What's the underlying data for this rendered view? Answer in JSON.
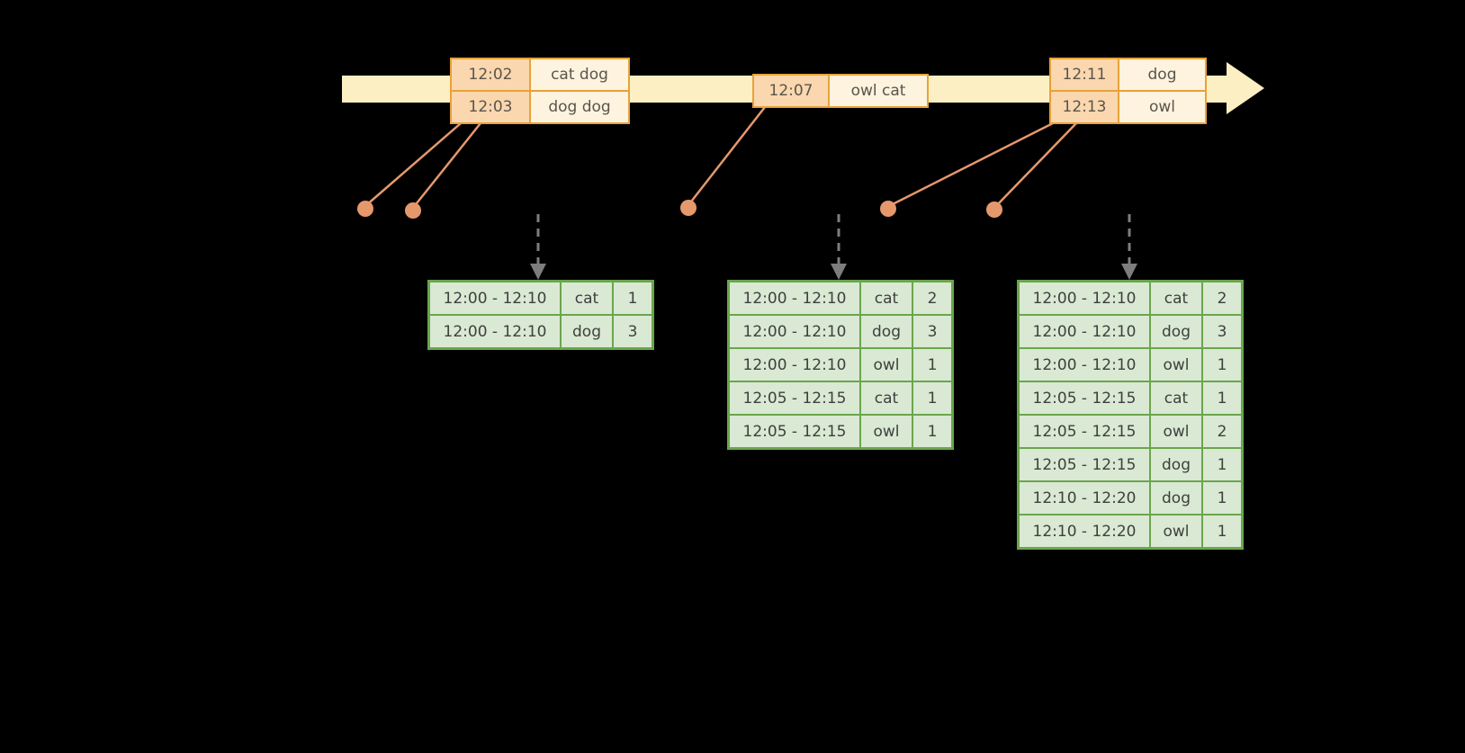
{
  "diagram": {
    "title": "windowed-streaming-counts-diagram",
    "timeline": {
      "events": [
        {
          "rows": [
            {
              "time": "12:02",
              "words": "cat dog"
            },
            {
              "time": "12:03",
              "words": "dog dog"
            }
          ]
        },
        {
          "rows": [
            {
              "time": "12:07",
              "words": "owl cat"
            }
          ]
        },
        {
          "rows": [
            {
              "time": "12:11",
              "words": "dog"
            },
            {
              "time": "12:13",
              "words": "owl"
            }
          ]
        }
      ]
    },
    "result_tables": [
      {
        "rows": [
          {
            "window": "12:00 - 12:10",
            "word": "cat",
            "count": "1"
          },
          {
            "window": "12:00 - 12:10",
            "word": "dog",
            "count": "3"
          }
        ]
      },
      {
        "rows": [
          {
            "window": "12:00 - 12:10",
            "word": "cat",
            "count": "2"
          },
          {
            "window": "12:00 - 12:10",
            "word": "dog",
            "count": "3"
          },
          {
            "window": "12:00 - 12:10",
            "word": "owl",
            "count": "1"
          },
          {
            "window": "12:05 - 12:15",
            "word": "cat",
            "count": "1"
          },
          {
            "window": "12:05 - 12:15",
            "word": "owl",
            "count": "1"
          }
        ]
      },
      {
        "rows": [
          {
            "window": "12:00 - 12:10",
            "word": "cat",
            "count": "2"
          },
          {
            "window": "12:00 - 12:10",
            "word": "dog",
            "count": "3"
          },
          {
            "window": "12:00 - 12:10",
            "word": "owl",
            "count": "1"
          },
          {
            "window": "12:05 - 12:15",
            "word": "cat",
            "count": "1"
          },
          {
            "window": "12:05 - 12:15",
            "word": "owl",
            "count": "2"
          },
          {
            "window": "12:05 - 12:15",
            "word": "dog",
            "count": "1"
          },
          {
            "window": "12:10 - 12:20",
            "word": "dog",
            "count": "1"
          },
          {
            "window": "12:10 - 12:20",
            "word": "owl",
            "count": "1"
          }
        ]
      }
    ],
    "colors": {
      "background": "#000000",
      "timeline_fill": "#fcefc4",
      "event_border": "#e8a23a",
      "event_time_fill": "#fad7ae",
      "event_words_fill": "#fdf3de",
      "connector_orange": "#e6986d",
      "trigger_arrow_gray": "#7d7d7d",
      "result_border": "#6aa64c",
      "result_cell_fill": "#d9e9d3"
    }
  }
}
